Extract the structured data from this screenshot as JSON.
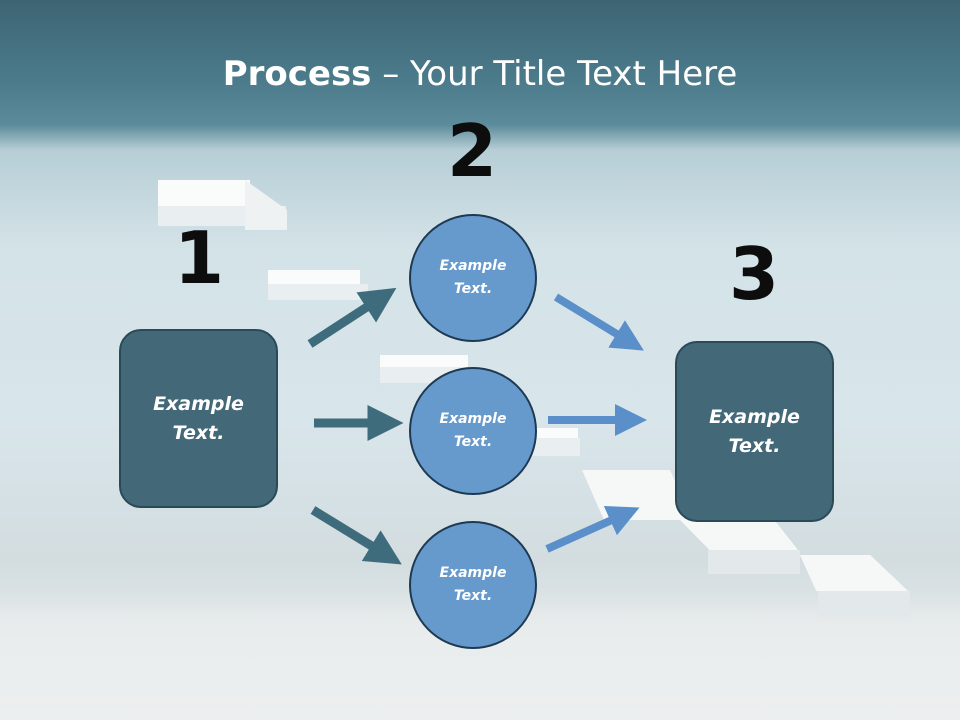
{
  "title": {
    "bold": "Process",
    "rest": " – Your Title Text Here"
  },
  "steps": {
    "one": "1",
    "two": "2",
    "three": "3"
  },
  "boxes": {
    "left": "Example Text.",
    "right": "Example Text."
  },
  "circles": {
    "top": "Example Text.",
    "middle": "Example Text.",
    "bottom": "Example Text."
  },
  "colors": {
    "dark_teal": "#436979",
    "arrow_teal": "#3f6c7c",
    "circle_blue": "#6699cc",
    "arrow_blue": "#5b8fc9"
  }
}
